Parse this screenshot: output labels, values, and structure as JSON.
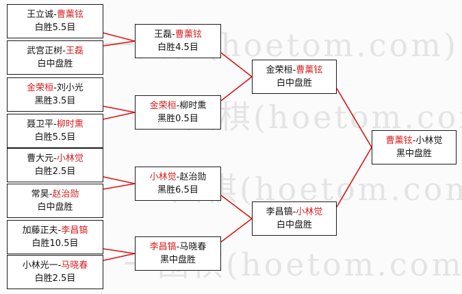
{
  "watermark": {
    "rows": [
      "一围棋(hoetom.com)",
      "一围棋(hoetom.com)",
      "一围棋(hoetom.com)",
      "一围棋(hoetom.com)"
    ]
  },
  "colors": {
    "line": "#e01010",
    "border": "#1a1a1a",
    "winner": "#d42020",
    "text": "#111111"
  },
  "round1": [
    {
      "p1": "王立诚",
      "sep": "-",
      "p2": "曹薰铉",
      "winner": "p2",
      "result": "白胜5.5目"
    },
    {
      "p1": "武宫正树",
      "sep": "-",
      "p2": "王磊",
      "winner": "p2",
      "result": "白中盘胜"
    },
    {
      "p1": "金荣桓",
      "sep": "-",
      "p2": "刘小光",
      "winner": "p1",
      "result": "黑胜3.5目"
    },
    {
      "p1": "聂卫平",
      "sep": "-",
      "p2": "柳时熏",
      "winner": "p2",
      "result": "白胜5.5目"
    },
    {
      "p1": "曹大元",
      "sep": "-",
      "p2": "小林觉",
      "winner": "p2",
      "result": "白胜2.5目"
    },
    {
      "p1": "常昊",
      "sep": "-",
      "p2": "赵治勋",
      "winner": "p2",
      "result": "白中盘胜"
    },
    {
      "p1": "加藤正夫",
      "sep": "-",
      "p2": "李昌镐",
      "winner": "p2",
      "result": "白胜10.5目"
    },
    {
      "p1": "小林光一",
      "sep": "-",
      "p2": "马晓春",
      "winner": "p2",
      "result": "白胜2.5目"
    }
  ],
  "round2": [
    {
      "p1": "王磊",
      "sep": "-",
      "p2": "曹薰铉",
      "winner": "p2",
      "result": "白胜4.5目"
    },
    {
      "p1": "金荣桓",
      "sep": "-",
      "p2": "柳时熏",
      "winner": "p1",
      "result": "黑胜0.5目"
    },
    {
      "p1": "小林觉",
      "sep": "-",
      "p2": "赵治勋",
      "winner": "p1",
      "result": "黑胜6.5目"
    },
    {
      "p1": "李昌镐",
      "sep": "-",
      "p2": "马晓春",
      "winner": "p1",
      "result": "黑中盘胜"
    }
  ],
  "round3": [
    {
      "p1": "金荣桓",
      "sep": "-",
      "p2": "曹薰铉",
      "winner": "p2",
      "result": "白中盘胜"
    },
    {
      "p1": "李昌镐",
      "sep": "-",
      "p2": "小林觉",
      "winner": "p2",
      "result": "白中盘胜"
    }
  ],
  "final": [
    {
      "p1": "曹薰铉",
      "sep": "-",
      "p2": "小林觉",
      "winner": "p1",
      "result": "黑中盘胜"
    }
  ]
}
